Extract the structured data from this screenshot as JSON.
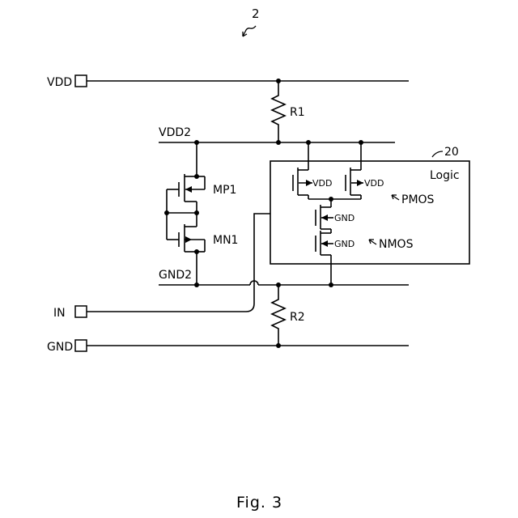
{
  "figure": {
    "ref_number": "2",
    "caption": "Fig. 3"
  },
  "terminals": {
    "vdd": "VDD",
    "in": "IN",
    "gnd": "GND"
  },
  "rails": {
    "vdd2": "VDD2",
    "gnd2": "GND2"
  },
  "resistors": {
    "r1": "R1",
    "r2": "R2"
  },
  "transistors": {
    "mp1": "MP1",
    "mn1": "MN1",
    "logic_p1_body": "VDD",
    "logic_p2_body": "VDD",
    "logic_n1_body": "GND",
    "logic_n2_body": "GND"
  },
  "logic_block": {
    "ref": "20",
    "title": "Logic",
    "pmos_label": "PMOS",
    "nmos_label": "NMOS"
  }
}
